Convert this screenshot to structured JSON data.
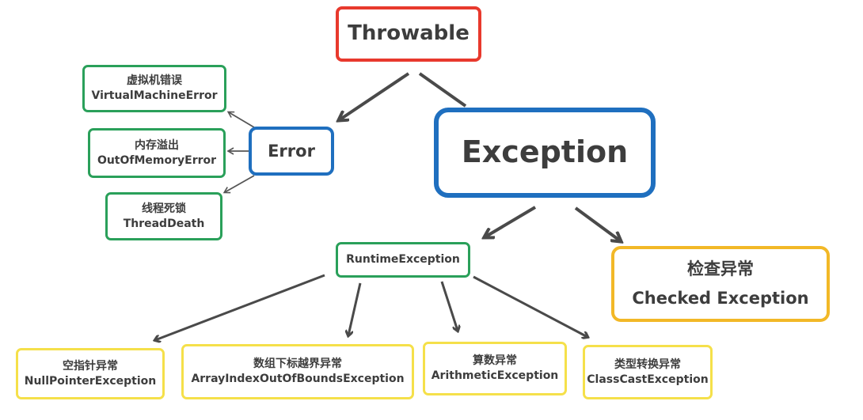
{
  "nodes": {
    "throwable": {
      "label": "Throwable"
    },
    "error": {
      "label": "Error"
    },
    "exception": {
      "label": "Exception"
    },
    "vm_error": {
      "zh": "虚拟机错误",
      "en": "VirtualMachineError"
    },
    "oom_error": {
      "zh": "内存溢出",
      "en": "OutOfMemoryError"
    },
    "thread_death": {
      "zh": "线程死锁",
      "en": "ThreadDeath"
    },
    "runtime_exception": {
      "label": "RuntimeException"
    },
    "checked_exception": {
      "zh": "检查异常",
      "en": "Checked Exception"
    },
    "null_pointer": {
      "zh": "空指针异常",
      "en": "NullPointerException"
    },
    "array_index": {
      "zh": "数组下标越界异常",
      "en": "ArrayIndexOutOfBoundsException"
    },
    "arithmetic": {
      "zh": "算数异常",
      "en": "ArithmeticException"
    },
    "class_cast": {
      "zh": "类型转换异常",
      "en": "ClassCastException"
    }
  },
  "colors": {
    "red": "#e8392d",
    "blue": "#1f6fbf",
    "green": "#2aa05a",
    "yellow": "#f5e04a",
    "orange": "#f2b827",
    "arrow": "#4a4a4a",
    "text": "#3d3d3d"
  }
}
